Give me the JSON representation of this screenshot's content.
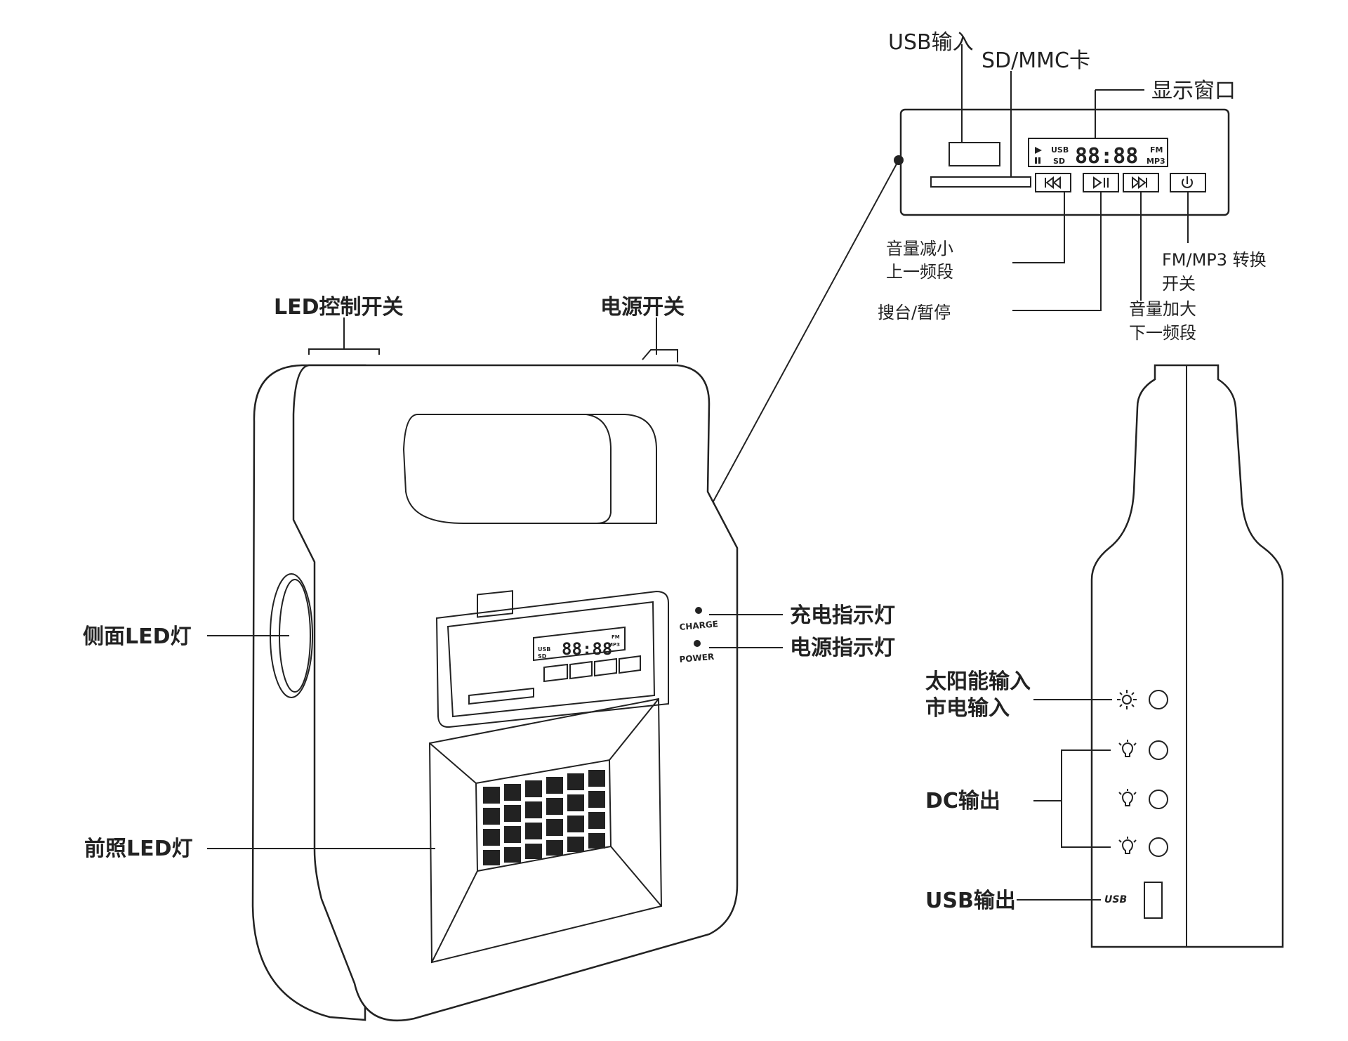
{
  "callouts": {
    "usb_input": "USB输入",
    "sd_mmc": "SD/MMC卡",
    "display_window": "显示窗口",
    "vol_down_line1": "音量减小",
    "vol_down_line2": "上一频段",
    "search_pause": "搜台/暂停",
    "vol_up_line1": "音量加大",
    "vol_up_line2": "下一频段",
    "fm_mp3_line1": "FM/MP3 转换",
    "fm_mp3_line2": "开关",
    "led_switch": "LED控制开关",
    "power_switch": "电源开关",
    "side_led": "侧面LED灯",
    "front_led": "前照LED灯",
    "charge_indicator": "充电指示灯",
    "power_indicator": "电源指示灯",
    "solar_input_line1": "太阳能输入",
    "solar_input_line2": "市电输入",
    "dc_output": "DC输出",
    "usb_output": "USB输出"
  },
  "device_text": {
    "lcd_usb": "USB",
    "lcd_sd": "SD",
    "lcd_digits": "88:88",
    "lcd_fm": "FM",
    "lcd_mp3": "MP3",
    "charge": "CHARGE",
    "power": "POWER",
    "usb_port_icon": "USB"
  },
  "icons": {
    "prev": "prev-track-icon",
    "play_pause": "play-pause-icon",
    "next": "next-track-icon",
    "power": "power-icon",
    "sun": "sun-icon",
    "bulb": "bulb-icon"
  },
  "colors": {
    "ink": "#222222",
    "background": "#ffffff"
  }
}
